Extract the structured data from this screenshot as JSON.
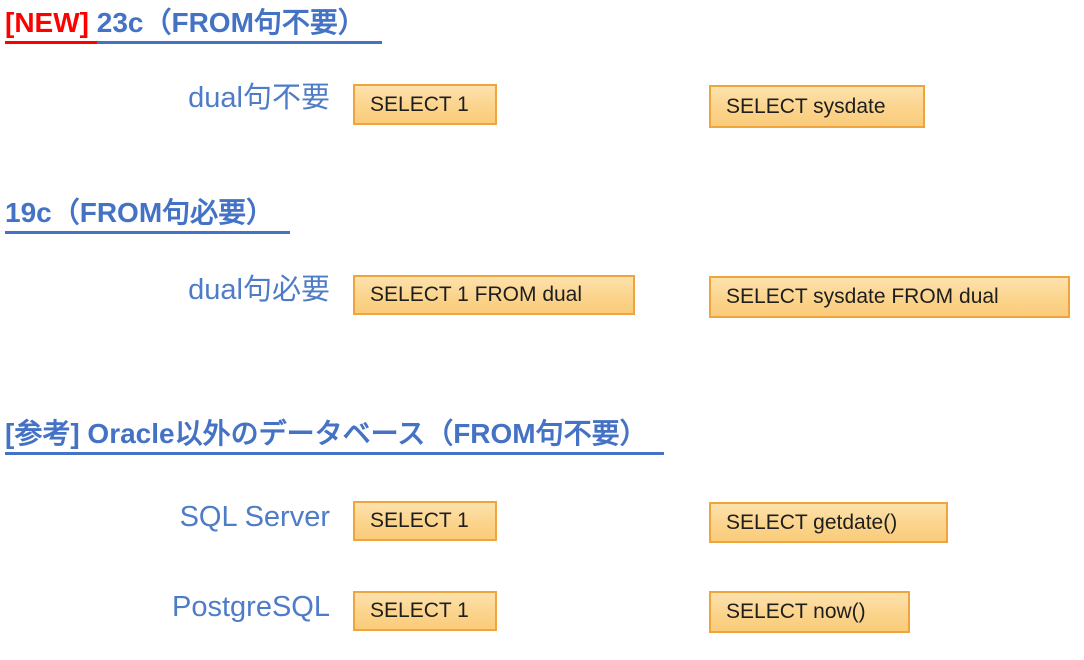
{
  "colors": {
    "background": "#FFFFFF",
    "heading_blue": "#4472C4",
    "label_blue": "#4E7CC7",
    "new_red": "#FF0000",
    "box_border": "#F0A53C",
    "box_fill_top": "#FDE2AD",
    "box_fill_bottom": "#FACC7B",
    "box_text": "#1E1E1E"
  },
  "sections": [
    {
      "heading": {
        "highlight": "[NEW] ",
        "text": "23c（FROM句不要）"
      },
      "rows": [
        {
          "label": "dual句不要",
          "left_sql": "SELECT 1",
          "right_sql": "SELECT sysdate"
        }
      ]
    },
    {
      "heading": {
        "highlight": "",
        "text": "19c（FROM句必要）"
      },
      "rows": [
        {
          "label": "dual句必要",
          "left_sql": "SELECT 1 FROM dual",
          "right_sql": "SELECT sysdate FROM dual"
        }
      ]
    },
    {
      "heading": {
        "highlight": "",
        "text": "[参考] Oracle以外のデータベース（FROM句不要）"
      },
      "rows": [
        {
          "label": "SQL Server",
          "left_sql": "SELECT 1",
          "right_sql": "SELECT getdate()"
        },
        {
          "label": "PostgreSQL",
          "left_sql": "SELECT 1",
          "right_sql": "SELECT now()"
        }
      ]
    }
  ]
}
